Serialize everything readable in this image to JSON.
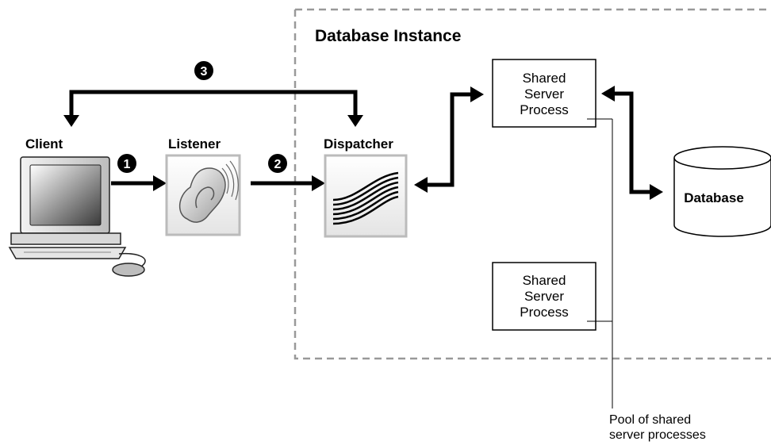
{
  "instance": {
    "title": "Database Instance"
  },
  "client": {
    "label": "Client"
  },
  "listener": {
    "label": "Listener"
  },
  "dispatcher": {
    "label": "Dispatcher"
  },
  "database": {
    "label": "Database"
  },
  "shared_server_1": {
    "lines": [
      "Shared",
      "Server",
      "Process"
    ]
  },
  "shared_server_2": {
    "lines": [
      "Shared",
      "Server",
      "Process"
    ]
  },
  "pool_note": {
    "lines": [
      "Pool of shared",
      "server processes"
    ]
  },
  "steps": [
    "1",
    "2",
    "3"
  ]
}
